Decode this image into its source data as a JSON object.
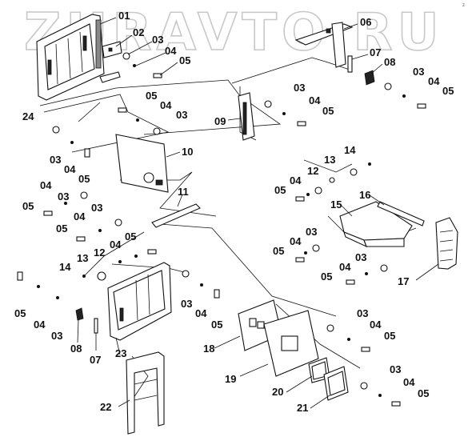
{
  "watermark": "ZURAVTO.RU",
  "corner_mark": "z",
  "callouts": [
    {
      "id": "c01a",
      "text": "01"
    },
    {
      "id": "c02a",
      "text": "02"
    },
    {
      "id": "c03a",
      "text": "03"
    },
    {
      "id": "c04a",
      "text": "04"
    },
    {
      "id": "c05a",
      "text": "05"
    },
    {
      "id": "c06",
      "text": "06"
    },
    {
      "id": "c07a",
      "text": "07"
    },
    {
      "id": "c08a",
      "text": "08"
    },
    {
      "id": "c03b",
      "text": "03"
    },
    {
      "id": "c04b",
      "text": "04"
    },
    {
      "id": "c05b",
      "text": "05"
    },
    {
      "id": "c24",
      "text": "24"
    },
    {
      "id": "c05c",
      "text": "05"
    },
    {
      "id": "c04c",
      "text": "04"
    },
    {
      "id": "c03c",
      "text": "03"
    },
    {
      "id": "c09",
      "text": "09"
    },
    {
      "id": "c03d",
      "text": "03"
    },
    {
      "id": "c04d",
      "text": "04"
    },
    {
      "id": "c05d",
      "text": "05"
    },
    {
      "id": "c03e",
      "text": "03"
    },
    {
      "id": "c04e",
      "text": "04"
    },
    {
      "id": "c05e",
      "text": "05"
    },
    {
      "id": "c10",
      "text": "10"
    },
    {
      "id": "c14a",
      "text": "14"
    },
    {
      "id": "c13a",
      "text": "13"
    },
    {
      "id": "c12a",
      "text": "12"
    },
    {
      "id": "c04f",
      "text": "04"
    },
    {
      "id": "c05f",
      "text": "05"
    },
    {
      "id": "c04g",
      "text": "04"
    },
    {
      "id": "c03g",
      "text": "03"
    },
    {
      "id": "c05g",
      "text": "05"
    },
    {
      "id": "c11",
      "text": "11"
    },
    {
      "id": "c04h",
      "text": "04"
    },
    {
      "id": "c03h",
      "text": "03"
    },
    {
      "id": "c05h",
      "text": "05"
    },
    {
      "id": "c15",
      "text": "15"
    },
    {
      "id": "c16",
      "text": "16"
    },
    {
      "id": "c04i",
      "text": "04"
    },
    {
      "id": "c03i",
      "text": "03"
    },
    {
      "id": "c05i",
      "text": "05"
    },
    {
      "id": "c17",
      "text": "17"
    },
    {
      "id": "c04j",
      "text": "04"
    },
    {
      "id": "c03j",
      "text": "03"
    },
    {
      "id": "c05j",
      "text": "05"
    },
    {
      "id": "c04k",
      "text": "04"
    },
    {
      "id": "c05k",
      "text": "05"
    },
    {
      "id": "c14b",
      "text": "14"
    },
    {
      "id": "c13b",
      "text": "13"
    },
    {
      "id": "c12b",
      "text": "12"
    },
    {
      "id": "c05l",
      "text": "05"
    },
    {
      "id": "c04l",
      "text": "04"
    },
    {
      "id": "c03l",
      "text": "03"
    },
    {
      "id": "c08b",
      "text": "08"
    },
    {
      "id": "c07b",
      "text": "07"
    },
    {
      "id": "c23",
      "text": "23"
    },
    {
      "id": "c03m",
      "text": "03"
    },
    {
      "id": "c04m",
      "text": "04"
    },
    {
      "id": "c05m",
      "text": "05"
    },
    {
      "id": "c03n",
      "text": "03"
    },
    {
      "id": "c04n",
      "text": "04"
    },
    {
      "id": "c05n",
      "text": "05"
    },
    {
      "id": "c18",
      "text": "18"
    },
    {
      "id": "c19",
      "text": "19"
    },
    {
      "id": "c20",
      "text": "20"
    },
    {
      "id": "c21",
      "text": "21"
    },
    {
      "id": "c03o",
      "text": "03"
    },
    {
      "id": "c04o",
      "text": "04"
    },
    {
      "id": "c05o",
      "text": "05"
    },
    {
      "id": "c22",
      "text": "22"
    }
  ]
}
